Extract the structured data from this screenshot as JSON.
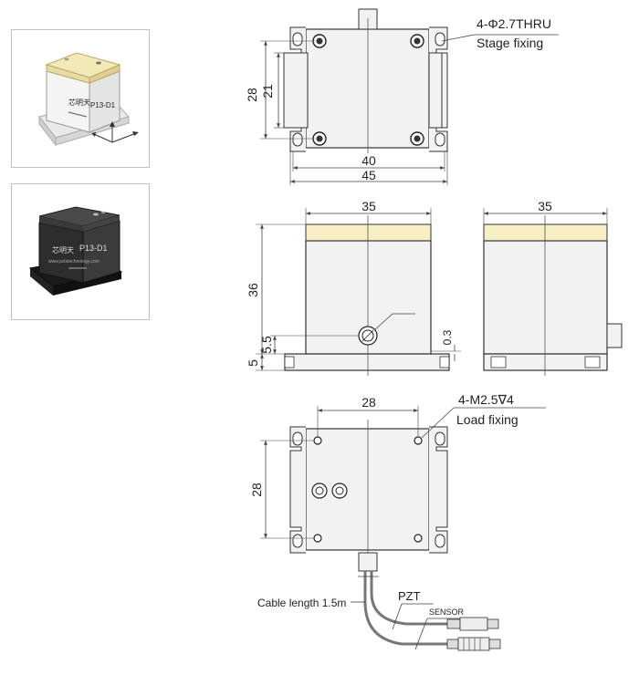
{
  "photos": {
    "top": {
      "label_brand": "芯明天",
      "label_model": "P13-D1"
    },
    "bottom": {
      "label_brand": "芯明天",
      "label_model": "P13-D1",
      "website": "www.pztstechnology.com"
    }
  },
  "top_view": {
    "dim_height_outer": "28",
    "dim_height_inner": "21",
    "dim_width_inner": "40",
    "dim_width_outer": "45",
    "hole_spec": "4-Φ2.7THRU",
    "hole_note": "Stage fixing"
  },
  "front_view": {
    "dim_top_width": "35",
    "dim_height": "36",
    "dim_center": "5.5",
    "dim_base": "5",
    "dim_gap": "0.3"
  },
  "side_view": {
    "dim_top_width": "35"
  },
  "bottom_view": {
    "dim_hole_spacing_x": "28",
    "dim_hole_spacing_y": "28",
    "hole_spec": "4-M2.5∇4",
    "hole_note": "Load fixing",
    "cable_length": "Cable length 1.5m",
    "pzt_label": "PZT",
    "sensor_label": "SENSOR"
  },
  "colors": {
    "top_plate": "#f6f0c4",
    "body": "#f2f2f2",
    "line": "#333333",
    "dim_line": "#444444"
  }
}
